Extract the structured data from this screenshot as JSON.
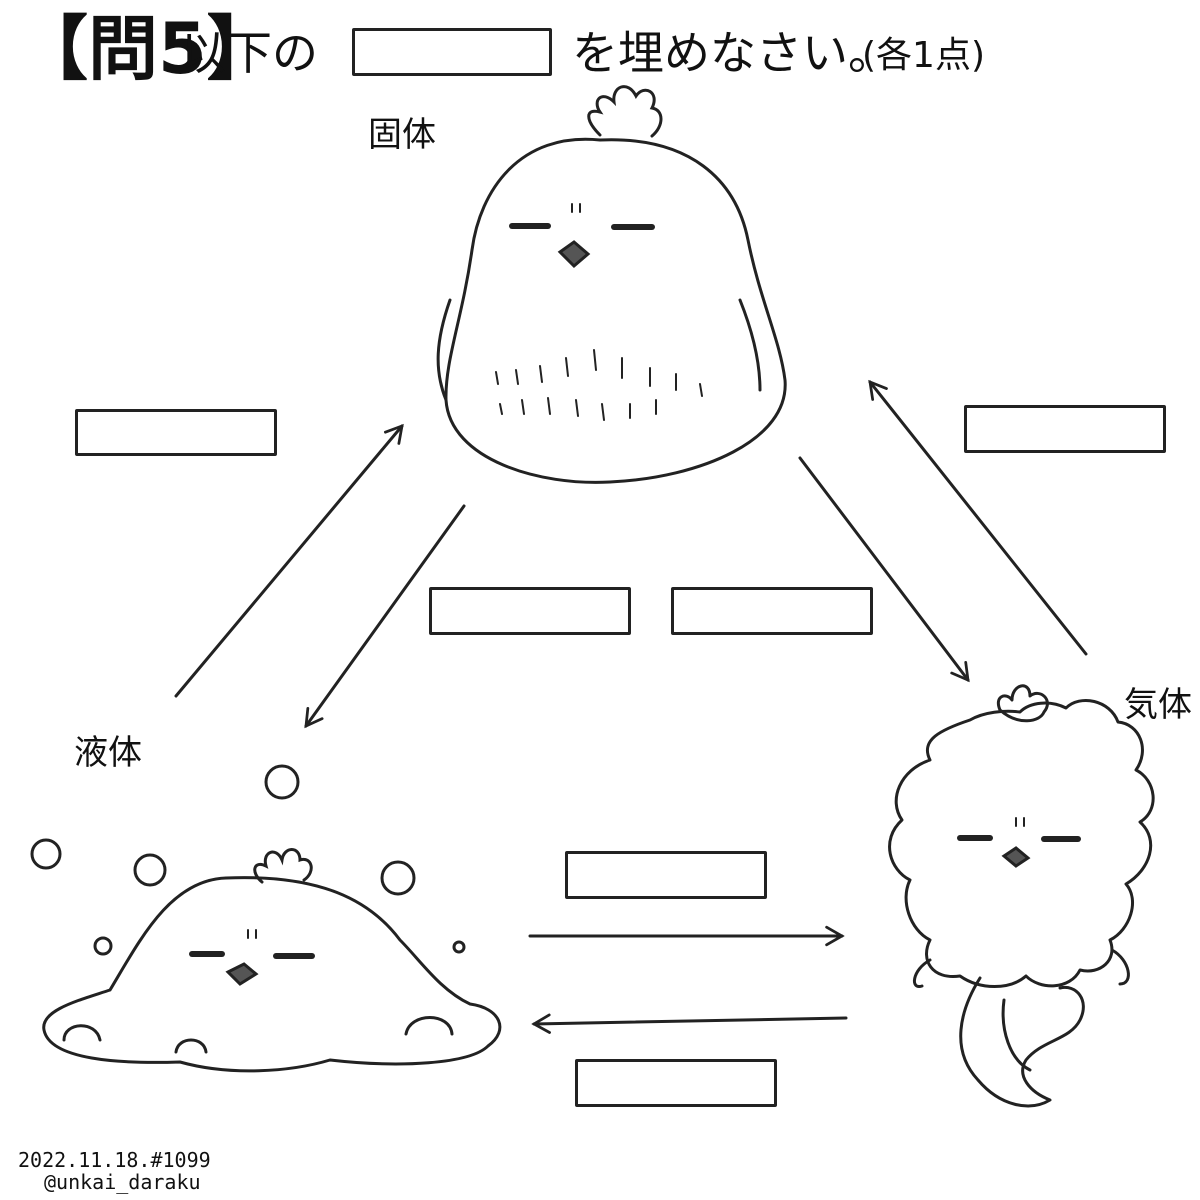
{
  "title": {
    "question_label": "【問5】",
    "text_before_blank": "以下の",
    "text_after_blank": "を埋めなさい。",
    "points_note": "(各1点)"
  },
  "states": {
    "solid": "固体",
    "liquid": "液体",
    "gas": "気体"
  },
  "answer_blanks": [
    {
      "id": "liquid-to-solid",
      "value": ""
    },
    {
      "id": "solid-to-liquid",
      "value": ""
    },
    {
      "id": "solid-to-gas",
      "value": ""
    },
    {
      "id": "gas-to-solid",
      "value": ""
    },
    {
      "id": "liquid-to-gas",
      "value": ""
    },
    {
      "id": "gas-to-liquid",
      "value": ""
    }
  ],
  "signature": {
    "date_and_number": "2022.11.18.#1099",
    "handle": "@unkai_daraku"
  }
}
